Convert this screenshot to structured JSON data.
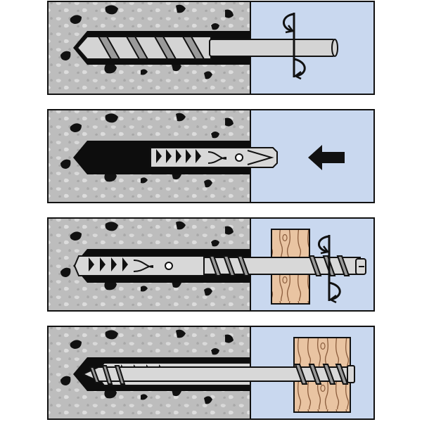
{
  "figure": {
    "kind": "step-by-step wall anchor installation instructions",
    "colors": {
      "concrete": "#b9b9b9",
      "concrete_speckle": "#d8d8d8",
      "stone": "#111111",
      "hole": "#0d0d0d",
      "air": "#c9d8ef",
      "metal": "#d4d4d4",
      "wood": "#e8c3a0",
      "wood_grain": "#7a5136",
      "outline": "#111111"
    }
  },
  "steps": [
    {
      "id": "drill",
      "icons": [
        "drill-bit-icon",
        "rotate-arrow-icon"
      ]
    },
    {
      "id": "insert-plug",
      "icons": [
        "wall-plug-icon",
        "push-left-arrow-icon"
      ]
    },
    {
      "id": "screw-through-wood",
      "icons": [
        "wood-block-icon",
        "screw-icon",
        "rotate-arrow-icon"
      ]
    },
    {
      "id": "fixed",
      "icons": [
        "wood-block-icon",
        "screw-icon",
        "expanded-plug-icon"
      ]
    }
  ]
}
